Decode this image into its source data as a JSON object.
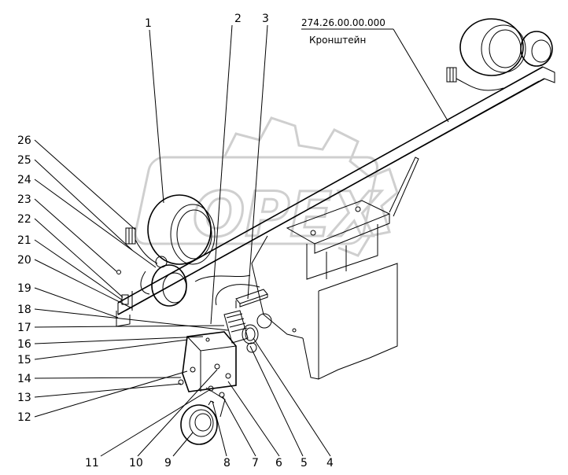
{
  "assembly": {
    "code": "274.26.00.00.000",
    "name": "Кронштейн"
  },
  "watermark": "OPEX",
  "callouts": [
    "1",
    "2",
    "3",
    "4",
    "5",
    "6",
    "7",
    "8",
    "9",
    "10",
    "11",
    "12",
    "13",
    "14",
    "15",
    "16",
    "17",
    "18",
    "19",
    "20",
    "21",
    "22",
    "23",
    "24",
    "25",
    "26"
  ]
}
